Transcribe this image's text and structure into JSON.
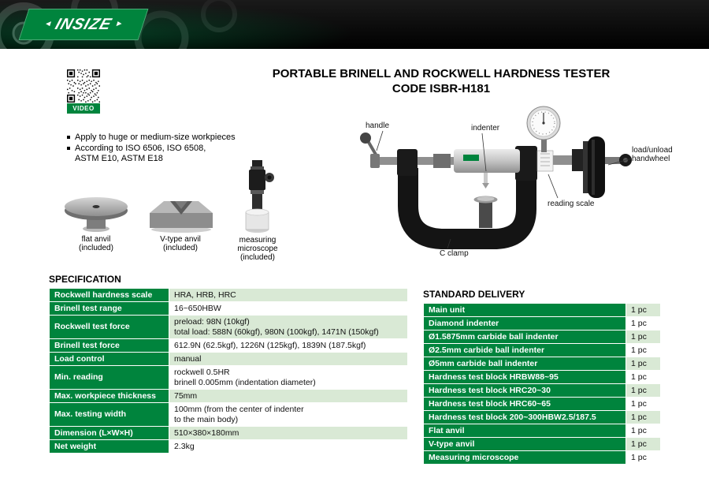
{
  "brand": {
    "name": "INSIZE"
  },
  "title": {
    "line1": "PORTABLE BRINELL AND ROCKWELL HARDNESS TESTER",
    "line2": "CODE ISBR-H181"
  },
  "video": {
    "label": "VIDEO"
  },
  "features": [
    "Apply to huge or medium-size workpieces",
    "According to ISO 6506, ISO 6508,\nASTM E10, ASTM E18"
  ],
  "accessories": [
    {
      "name": "flat anvil",
      "note": "(included)"
    },
    {
      "name": "V-type anvil",
      "note": "(included)"
    },
    {
      "name": "measuring microscope",
      "note": "(included)"
    }
  ],
  "diagram": {
    "labels": {
      "handle": "handle",
      "indenter": "indenter",
      "handwheel": "load/unload handwheel",
      "reading_scale": "reading scale",
      "c_clamp": "C clamp"
    }
  },
  "specification": {
    "heading": "SPECIFICATION",
    "rows": [
      {
        "label": "Rockwell hardness scale",
        "value": "HRA, HRB, HRC"
      },
      {
        "label": "Brinell test range",
        "value": "16~650HBW"
      },
      {
        "label": "Rockwell test force",
        "value": "preload: 98N (10kgf)\ntotal load: 588N (60kgf), 980N (100kgf), 1471N (150kgf)"
      },
      {
        "label": "Brinell test force",
        "value": "612.9N (62.5kgf), 1226N (125kgf), 1839N (187.5kgf)"
      },
      {
        "label": "Load control",
        "value": "manual"
      },
      {
        "label": "Min. reading",
        "value": "rockwell 0.5HR\nbrinell 0.005mm (indentation diameter)"
      },
      {
        "label": "Max. workpiece thickness",
        "value": "75mm"
      },
      {
        "label": "Max. testing width",
        "value": "100mm (from the center of indenter\nto the main body)"
      },
      {
        "label": "Dimension (L×W×H)",
        "value": "510×380×180mm"
      },
      {
        "label": "Net weight",
        "value": "2.3kg"
      }
    ]
  },
  "standard_delivery": {
    "heading": "STANDARD DELIVERY",
    "rows": [
      {
        "item": "Main unit",
        "qty": "1 pc"
      },
      {
        "item": "Diamond indenter",
        "qty": "1 pc"
      },
      {
        "item": "Ø1.5875mm carbide ball indenter",
        "qty": "1 pc"
      },
      {
        "item": "Ø2.5mm carbide ball indenter",
        "qty": "1 pc"
      },
      {
        "item": "Ø5mm carbide ball indenter",
        "qty": "1 pc"
      },
      {
        "item": "Hardness test block HRBW88~95",
        "qty": "1 pc"
      },
      {
        "item": "Hardness test block HRC20~30",
        "qty": "1 pc"
      },
      {
        "item": "Hardness test block HRC60~65",
        "qty": "1 pc"
      },
      {
        "item": "Hardness test block 200~300HBW2.5/187.5",
        "qty": "1 pc"
      },
      {
        "item": "Flat anvil",
        "qty": "1 pc"
      },
      {
        "item": "V-type anvil",
        "qty": "1 pc"
      },
      {
        "item": "Measuring microscope",
        "qty": "1 pc"
      }
    ]
  },
  "colors": {
    "brand_green": "#00843d",
    "light_green": "#d9e9d5",
    "header_bg": "#0b0b0b"
  }
}
